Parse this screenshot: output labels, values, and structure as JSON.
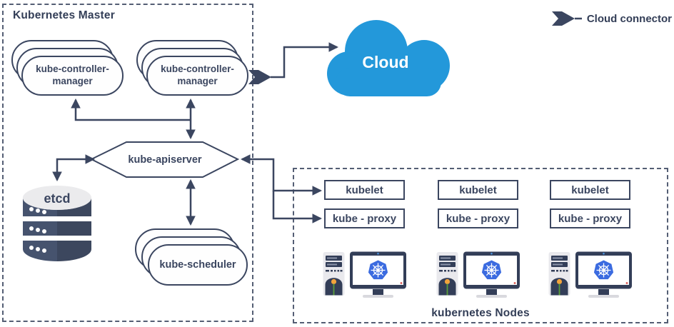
{
  "colors": {
    "navy": "#3b4660",
    "dashed_border": "#545e74",
    "cloud_blue": "#2398da",
    "kubernetes_logo_blue": "#3b6be0"
  },
  "legend": {
    "cloud_connector_label": "Cloud connector"
  },
  "master": {
    "title": "Kubernetes Master",
    "controller_stack_1": {
      "label": "kube-controller-\nmanager"
    },
    "controller_stack_2": {
      "label": "kube-controller-\nmanager"
    },
    "apiserver": {
      "label": "kube-apiserver"
    },
    "etcd": {
      "label": "etcd"
    },
    "scheduler": {
      "label": "kube-scheduler"
    }
  },
  "cloud": {
    "label": "Cloud"
  },
  "nodes": {
    "title": "kubernetes Nodes",
    "items": [
      {
        "kubelet": "kubelet",
        "kube_proxy": "kube - proxy"
      },
      {
        "kubelet": "kubelet",
        "kube_proxy": "kube - proxy"
      },
      {
        "kubelet": "kubelet",
        "kube_proxy": "kube - proxy"
      }
    ]
  }
}
